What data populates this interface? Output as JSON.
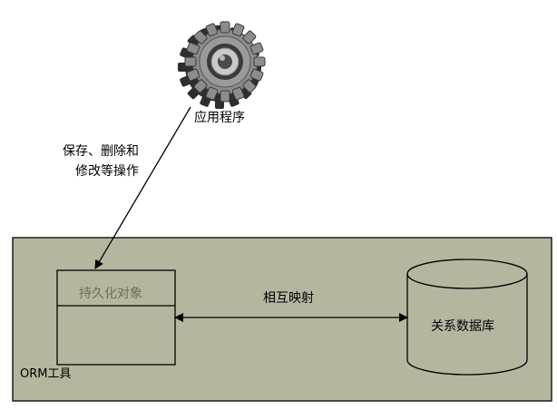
{
  "application": {
    "label": "应用程序",
    "icon": "gear-icon"
  },
  "operation": {
    "line1": "保存、删除和",
    "line2": "修改等操作"
  },
  "orm_tool": {
    "label": "ORM工具",
    "fill_color": "#7a7a52"
  },
  "persistent_object": {
    "title": "持久化对象"
  },
  "mapping": {
    "label": "相互映射"
  },
  "database": {
    "label": "关系数据库",
    "icon": "database-cylinder-icon"
  }
}
